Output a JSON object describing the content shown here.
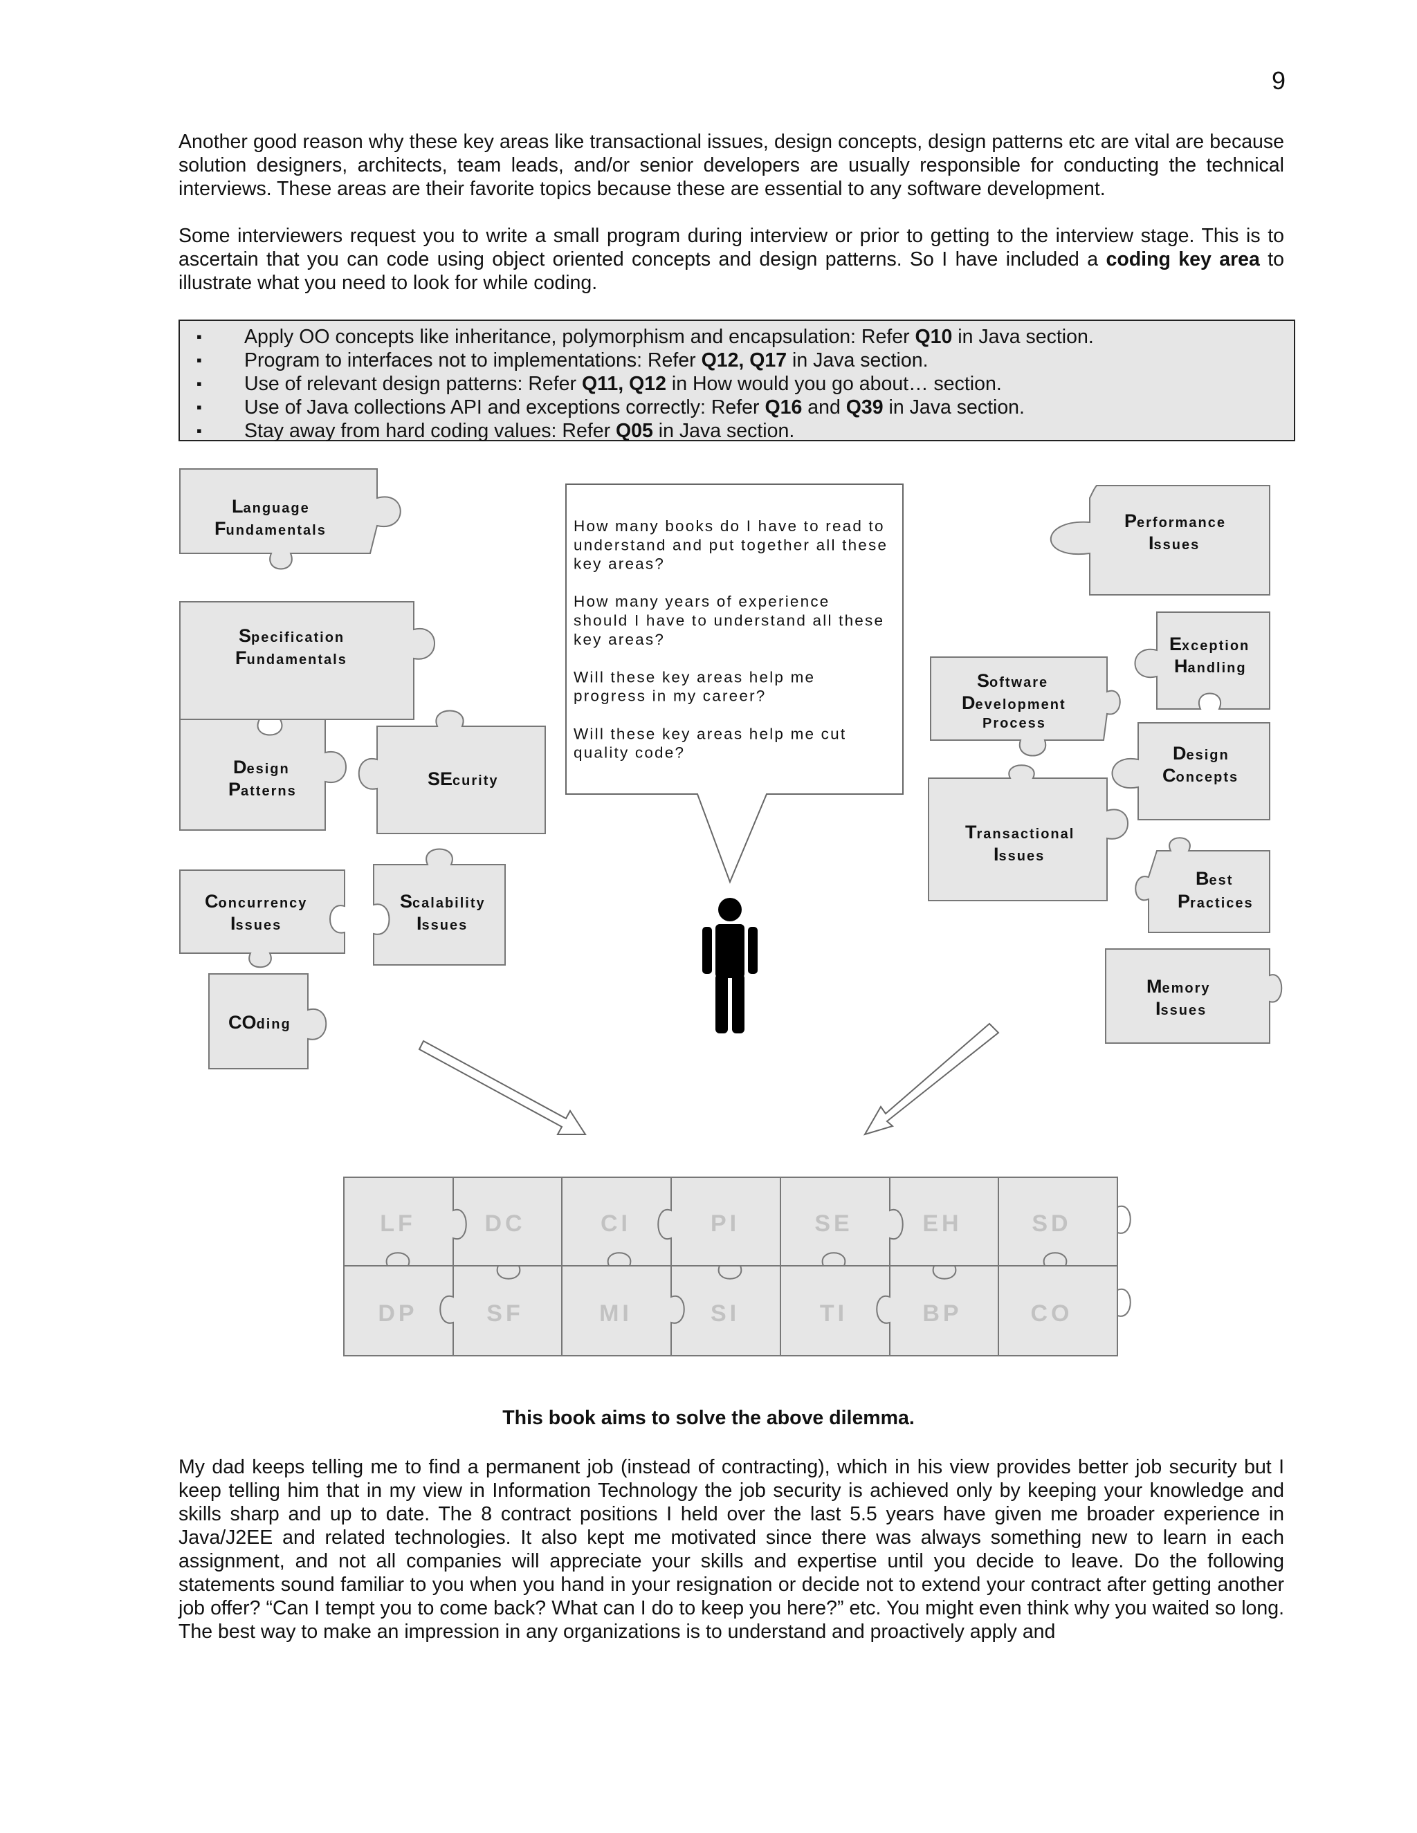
{
  "page_number": "9",
  "paragraphs": {
    "p1": "Another good reason why these key areas like transactional issues, design concepts, design patterns etc are vital are because solution designers, architects, team leads, and/or senior developers are usually responsible for conducting the technical interviews. These areas are their favorite topics because these are essential to any software development.",
    "p2_before": "Some interviewers request you to write a small program during interview or prior to getting to the interview stage. This is to ascertain that you can code using object oriented concepts and design patterns. So I have included a ",
    "p2_bold": "coding key area",
    "p2_after": " to illustrate what you need to look for while coding.",
    "p3": "My dad keeps telling me to find a permanent job (instead of contracting), which in his view provides better job security but I keep telling him that in my view in Information Technology the job security is achieved only by keeping your knowledge and skills sharp and up to date. The 8 contract positions I held over the last 5.5 years have given me broader experience in Java/J2EE and related technologies. It also kept me motivated since there was always something new to learn in each assignment, and not all companies will appreciate your skills and expertise until you decide to leave. Do the following statements sound familiar to you when you hand in your resignation or decide not to extend your contract after getting another job offer? “Can I tempt you to come back? What can I do to keep you here?” etc. You might even think why you waited so long. The best way to make an impression in any organizations is to understand and proactively apply and"
  },
  "key_box": [
    {
      "pre": "Apply OO concepts like inheritance, polymorphism and encapsulation: Refer ",
      "bold": "Q10",
      "mid": "",
      "bold2": "",
      "post": " in Java section."
    },
    {
      "pre": "Program to interfaces not to implementations: Refer ",
      "bold": "Q12, Q17",
      "mid": "",
      "bold2": "",
      "post": " in Java section."
    },
    {
      "pre": "Use of relevant design patterns: Refer ",
      "bold": "Q11, Q12",
      "mid": "",
      "bold2": "",
      "post": " in How would you go about… section."
    },
    {
      "pre": "Use of Java collections API and exceptions correctly: Refer ",
      "bold": "Q16",
      "mid": " and ",
      "bold2": "Q39",
      "post": " in Java section."
    },
    {
      "pre": "Stay away from hard coding values: Refer ",
      "bold": "Q05",
      "mid": "",
      "bold2": "",
      "post": " in Java section."
    }
  ],
  "bullet_glyph": "▪",
  "speech_bubble": [
    "How many books do I have to read to",
    "understand and put together all these",
    "key areas?",
    "",
    "How many years of experience",
    "should I have to understand all these",
    "key areas?",
    "",
    "Will these key areas help me",
    "progress in my career?",
    "",
    "Will these key areas help me cut",
    "quality code?"
  ],
  "pieces": {
    "language": [
      {
        "cap": "L",
        "rest": "anguage"
      },
      {
        "cap": "F",
        "rest": "undamentals"
      }
    ],
    "specification": [
      {
        "cap": "S",
        "rest": "pecification"
      },
      {
        "cap": "F",
        "rest": "undamentals"
      }
    ],
    "design_patterns": [
      {
        "cap": "D",
        "rest": "esign"
      },
      {
        "cap": "P",
        "rest": "atterns"
      }
    ],
    "security": [
      {
        "cap": "SE",
        "rest": "curity"
      }
    ],
    "concurrency": [
      {
        "cap": "C",
        "rest": "oncurrency"
      },
      {
        "cap": "I",
        "rest": "ssues"
      }
    ],
    "scalability": [
      {
        "cap": "S",
        "rest": "calability"
      },
      {
        "cap": "I",
        "rest": "ssues"
      }
    ],
    "coding": [
      {
        "cap": "CO",
        "rest": "ding"
      }
    ],
    "performance": [
      {
        "cap": "P",
        "rest": "erformance"
      },
      {
        "cap": "I",
        "rest": "ssues"
      }
    ],
    "exception": [
      {
        "cap": "E",
        "rest": "xception"
      },
      {
        "cap": "H",
        "rest": "andling"
      }
    ],
    "software": [
      {
        "cap": "S",
        "rest": "oftware"
      },
      {
        "cap": "D",
        "rest": "evelopment"
      },
      {
        "cap": "",
        "rest": "Process"
      }
    ],
    "design_concepts": [
      {
        "cap": "D",
        "rest": "esign"
      },
      {
        "cap": "C",
        "rest": "oncepts"
      }
    ],
    "transactional": [
      {
        "cap": "T",
        "rest": "ransactional"
      },
      {
        "cap": "I",
        "rest": "ssues"
      }
    ],
    "best": [
      {
        "cap": "B",
        "rest": "est"
      },
      {
        "cap": "P",
        "rest": "ractices"
      }
    ],
    "memory": [
      {
        "cap": "M",
        "rest": "emory"
      },
      {
        "cap": "I",
        "rest": "ssues"
      }
    ]
  },
  "grid_labels": {
    "row1": [
      "LF",
      "DC",
      "CI",
      "PI",
      "SE",
      "EH",
      "SD"
    ],
    "row2": [
      "DP",
      "SF",
      "MI",
      "SI",
      "TI",
      "BP",
      "CO"
    ]
  },
  "caption": "This book aims to solve the above dilemma."
}
